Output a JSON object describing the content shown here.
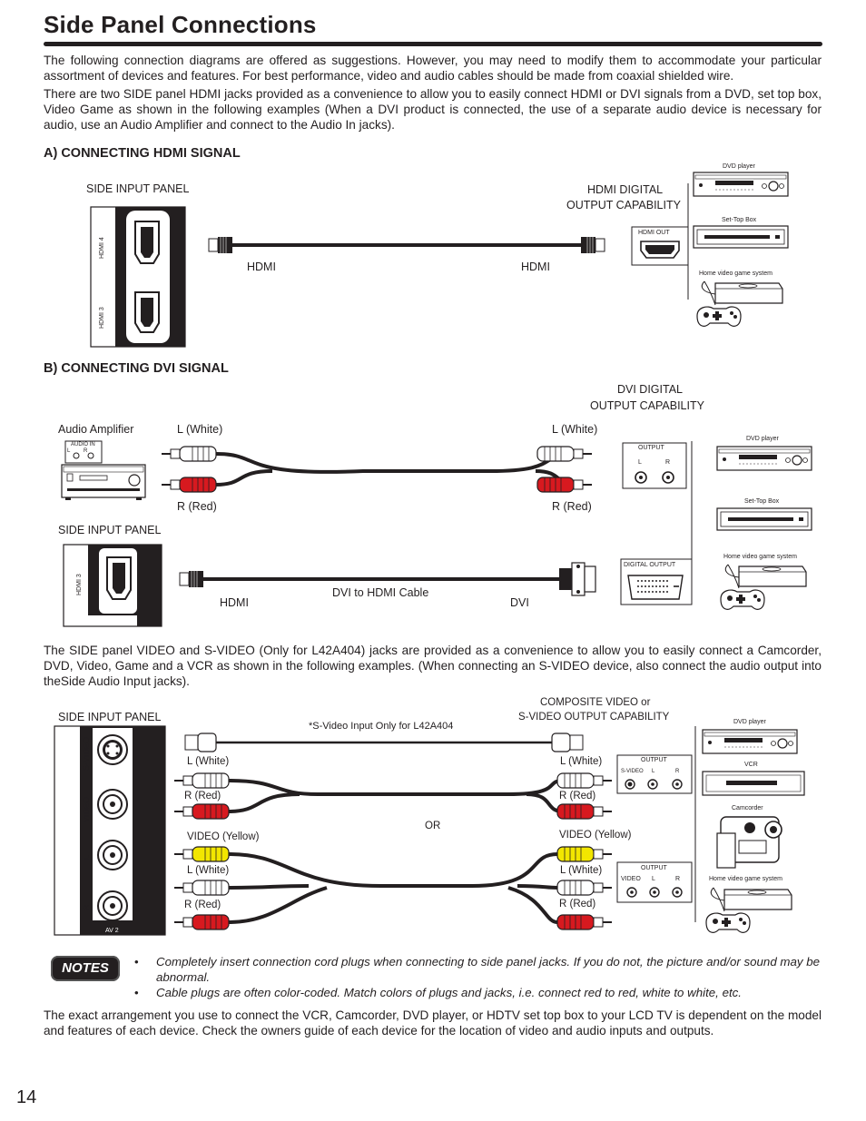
{
  "page": {
    "title": "Side Panel Connections",
    "intro_1": "The following connection diagrams are offered as suggestions. However, you may need to modify them to accommodate your particular assortment of devices and features. For best performance, video and audio cables should be made from coaxial shielded wire.",
    "intro_2": "There are two SIDE panel HDMI jacks provided as a convenience to allow you to easily connect HDMI or DVI signals from a DVD, set top box, Video Game as shown in the following examples  (When a DVI product is connected, the use of a separate audio device is necessary for audio, use an Audio Amplifier and connect to the Audio In jacks).",
    "section_a": "A) CONNECTING HDMI SIGNAL",
    "section_b": "B) CONNECTING DVI SIGNAL",
    "mid_paragraph": "The SIDE panel VIDEO and S-VIDEO (Only for L42A404) jacks are provided as a convenience to allow you to easily connect a Camcorder, DVD, Video, Game and a VCR as shown in the following examples. (When connecting an S-VIDEO device, also connect the audio output into theSide Audio Input jacks).",
    "closing_paragraph": "The exact arrangement you use to connect the VCR, Camcorder, DVD player, or HDTV set top box to your LCD TV is dependent on the model and features of each device. Check the owners guide of each device for the location of video and audio inputs and outputs.",
    "page_number": "14"
  },
  "hdmi_diagram": {
    "side_input_panel": "SIDE INPUT PANEL",
    "hdmi4": "HDMI 4",
    "hdmi3": "HDMI 3",
    "capability_line1": "HDMI DIGITAL",
    "capability_line2": "OUTPUT CAPABILITY",
    "hdmi_out": "HDMI OUT",
    "left_plug": "HDMI",
    "right_plug": "HDMI",
    "dvd_player": "DVD player",
    "set_top_box": "Set-Top Box",
    "game_system": "Home video game system"
  },
  "dvi_diagram": {
    "capability_line1": "DVI DIGITAL",
    "capability_line2": "OUTPUT CAPABILITY",
    "audio_amplifier": "Audio Amplifier",
    "audio_in": "AUDIO IN",
    "audio_in_l": "L",
    "audio_in_r": "R",
    "l_white_left": "L (White)",
    "l_white_right": "L (White)",
    "r_red_left": "R (Red)",
    "r_red_right": "R (Red)",
    "output": "OUTPUT",
    "output_l": "L",
    "output_r": "R",
    "side_input_panel": "SIDE INPUT PANEL",
    "hdmi3": "HDMI 3",
    "digital_output": "DIGITAL OUTPUT",
    "hdmi_plug": "HDMI",
    "cable_name": "DVI to HDMI Cable",
    "dvi_plug": "DVI",
    "dvd_player": "DVD player",
    "set_top_box": "Set-Top Box",
    "game_system": "Home video game system"
  },
  "video_diagram": {
    "side_input_panel": "SIDE INPUT PANEL",
    "svideo_note": "*S-Video Input Only for L42A404",
    "capability_line1": "COMPOSITE VIDEO or",
    "capability_line2": "S-VIDEO OUTPUT CAPABILITY",
    "jack_svideo": "S-VIDEO",
    "jack_video": "VIDEO",
    "jack_l": "L",
    "jack_r": "R",
    "av2": "AV 2",
    "l_white_1_left": "L (White)",
    "r_red_1_left": "R (Red)",
    "l_white_1_right": "L (White)",
    "r_red_1_right": "R (Red)",
    "or": "OR",
    "video_yellow_left": "VIDEO  (Yellow)",
    "video_yellow_right": "VIDEO (Yellow)",
    "l_white_2_left": "L (White)",
    "r_red_2_left": "R (Red)",
    "l_white_2_right": "L (White)",
    "r_red_2_right": "R (Red)",
    "output_1": "OUTPUT",
    "output_1_svideo": "S-VIDEO",
    "output_1_l": "L",
    "output_1_r": "R",
    "output_2": "OUTPUT",
    "output_2_video": "VIDEO",
    "output_2_l": "L",
    "output_2_r": "R",
    "dvd_player": "DVD player",
    "vcr": "VCR",
    "camcorder": "Camcorder",
    "game_system": "Home video game system"
  },
  "notes": {
    "badge": "NOTES",
    "bullet": "•",
    "item_1": "Completely insert connection cord plugs when connecting to side panel jacks. If you do not, the picture and/or sound may  be abnormal.",
    "item_2": "Cable plugs are often color-coded. Match colors of plugs and jacks, i.e. connect red to red, white to white, etc."
  },
  "colors": {
    "red_plug": "#d7191f",
    "yellow_plug": "#f2e600",
    "white_plug": "#ffffff",
    "ink": "#231f20"
  }
}
